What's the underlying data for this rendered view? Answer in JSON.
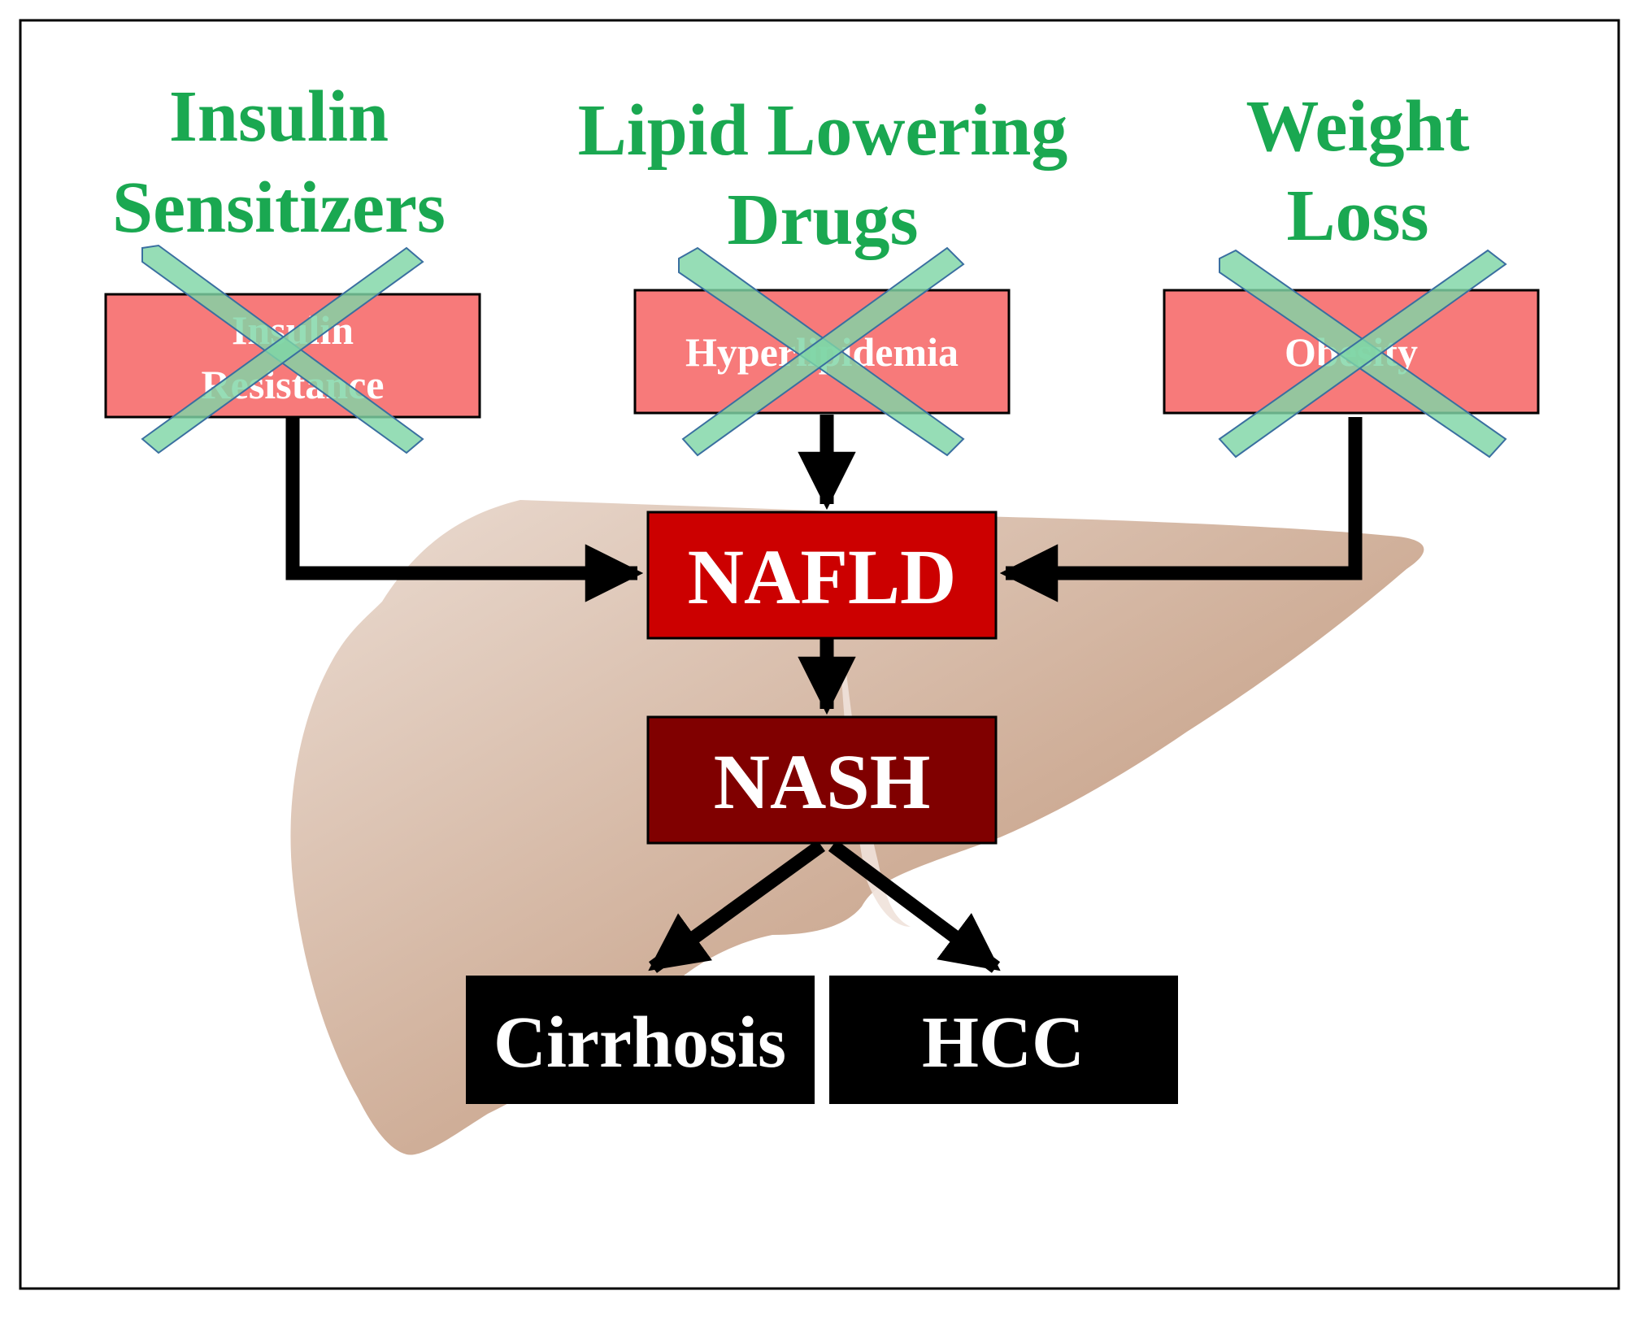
{
  "treatments": [
    {
      "id": "insulin",
      "lines": [
        "Insulin",
        "Sensitizers"
      ]
    },
    {
      "id": "lipid",
      "lines": [
        "Lipid Lowering",
        "Drugs"
      ]
    },
    {
      "id": "weight",
      "lines": [
        "Weight",
        "Loss"
      ]
    }
  ],
  "causes": [
    {
      "id": "insulin",
      "lines": [
        "Insulin",
        "Resistance"
      ]
    },
    {
      "id": "lipid",
      "lines": [
        "Hyperlipidemia"
      ]
    },
    {
      "id": "weight",
      "lines": [
        "Obesity"
      ]
    }
  ],
  "stages": {
    "nafld": "NAFLD",
    "nash": "NASH"
  },
  "outcomes": {
    "cirrhosis": "Cirrhosis",
    "hcc": "HCC"
  },
  "colors": {
    "treatment_text": "#1aa851",
    "cause_fill": "#f77a7a",
    "cross_fill": "#7fd6a6",
    "cross_stroke": "#3a6fa0",
    "nafld_fill": "#cc0000",
    "nash_fill": "#800000",
    "outcome_fill": "#000000",
    "liver_light": "#e6d2c6",
    "liver_dark": "#c29d86",
    "arrow": "#000000"
  }
}
